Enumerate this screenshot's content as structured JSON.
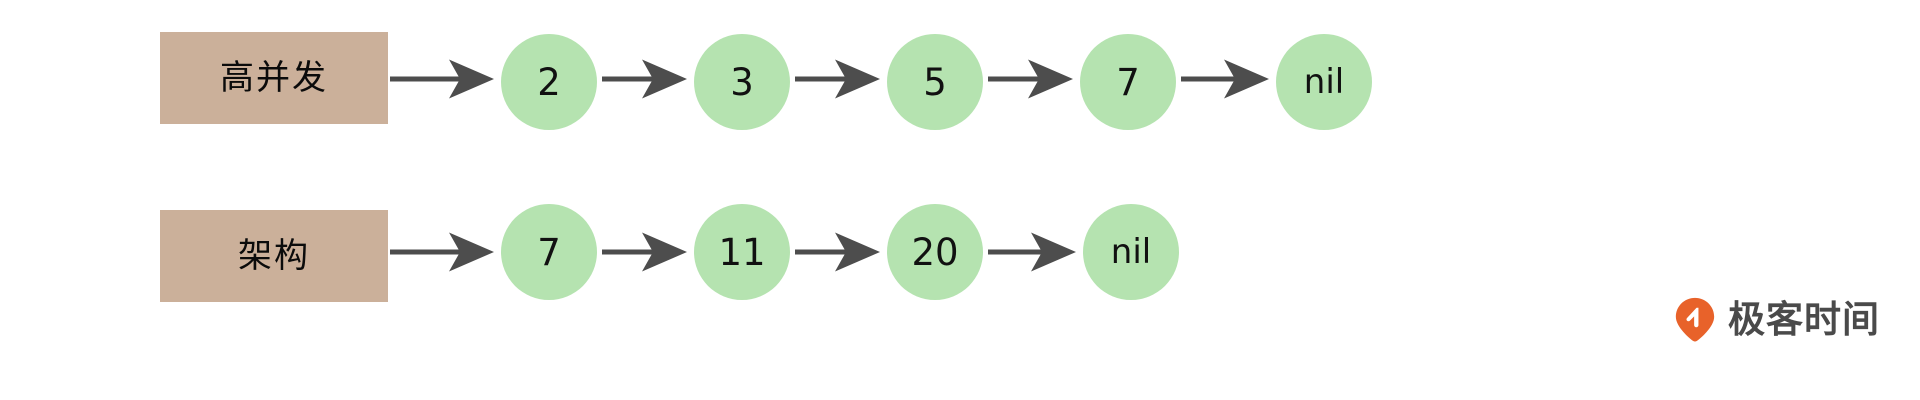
{
  "diagram": {
    "type": "linked-list-chains",
    "background_color": "#ffffff",
    "palette": {
      "label_box_fill": "#cbb09a",
      "node_fill": "#b5e3b0",
      "connector_stroke": "#4d4d4d",
      "text_color": "#111111",
      "brand_orange": "#e8622a",
      "brand_gray": "#4a4a4a"
    },
    "rows": [
      {
        "id": "row-1",
        "label": "高并发",
        "nodes": [
          {
            "value": "2",
            "is_nil": false
          },
          {
            "value": "3",
            "is_nil": false
          },
          {
            "value": "5",
            "is_nil": false
          },
          {
            "value": "7",
            "is_nil": false
          },
          {
            "value": "nil",
            "is_nil": true
          }
        ]
      },
      {
        "id": "row-2",
        "label": "架构",
        "nodes": [
          {
            "value": "7",
            "is_nil": false
          },
          {
            "value": "11",
            "is_nil": false
          },
          {
            "value": "20",
            "is_nil": false
          },
          {
            "value": "nil",
            "is_nil": true
          }
        ]
      }
    ]
  },
  "brand": {
    "name": "极客时间",
    "mark_icon": "location-pin-icon"
  }
}
